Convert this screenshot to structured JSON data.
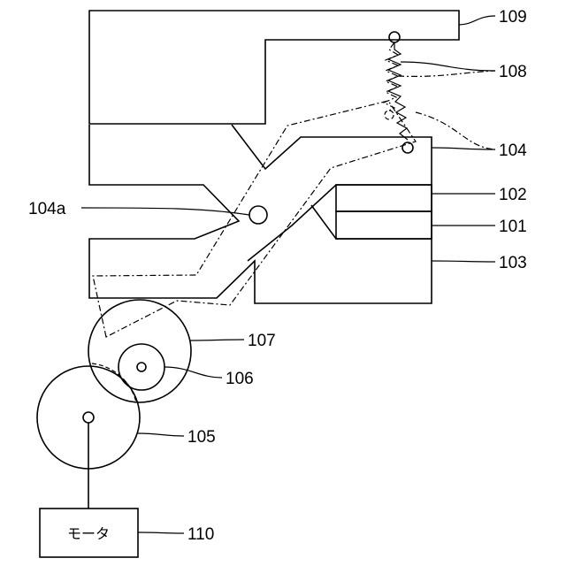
{
  "labels": {
    "l109": "109",
    "l108": "108",
    "l104": "104",
    "l102": "102",
    "l101": "101",
    "l103": "103",
    "l104a": "104a",
    "l107": "107",
    "l106": "106",
    "l105": "105",
    "l110": "110"
  },
  "motor": {
    "label": "モータ"
  }
}
